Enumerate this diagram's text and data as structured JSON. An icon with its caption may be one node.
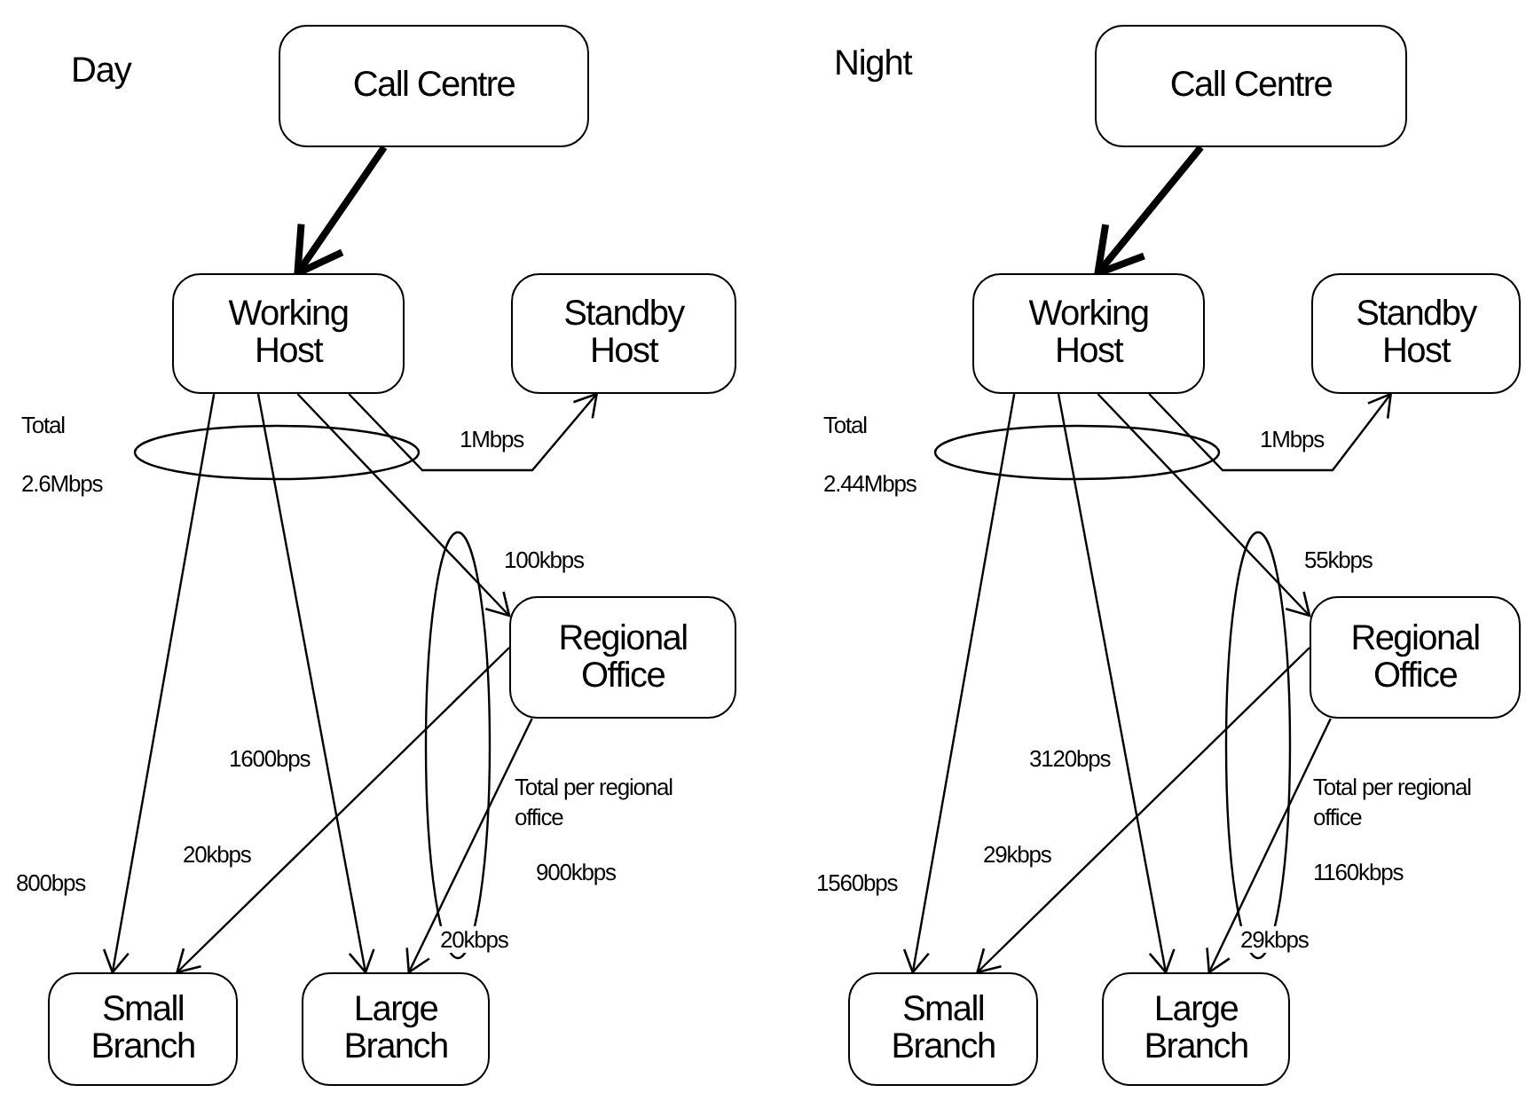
{
  "diagram": {
    "nodes": [
      {
        "text": [
          "Call Centre"
        ]
      },
      {
        "text": [
          "Working Host"
        ]
      },
      {
        "text": [
          "Standby Host"
        ]
      },
      {
        "text": [
          "Regional Office"
        ]
      },
      {
        "text": [
          "Small Branch"
        ]
      },
      {
        "text": [
          "Large Branch"
        ]
      },
      {
        "text": [
          "Call Centre"
        ]
      },
      {
        "text": [
          "Working Host"
        ]
      },
      {
        "text": [
          "Standby Host"
        ]
      },
      {
        "text": [
          "Regional Office"
        ]
      },
      {
        "text": [
          "Small Branch"
        ]
      },
      {
        "text": [
          "Large Branch"
        ]
      }
    ],
    "edges": [
      {
        "from": 0,
        "to": 1,
        "arrow": "to",
        "style": "thick"
      },
      {
        "from": 1,
        "to": 2,
        "arrow": "to",
        "label": "1Mbps"
      },
      {
        "from": 1,
        "to": 3,
        "arrow": "to",
        "label": "100kbps"
      },
      {
        "from": 1,
        "to": 4,
        "arrow": "to",
        "label": "800bps"
      },
      {
        "from": 1,
        "to": 5,
        "arrow": "to",
        "label": "1600bps"
      },
      {
        "from": 3,
        "to": 4,
        "arrow": "to",
        "label": "20kbps"
      },
      {
        "from": 3,
        "to": 5,
        "arrow": "to",
        "label": "20kbps"
      },
      {
        "from": 6,
        "to": 7,
        "arrow": "to",
        "style": "thick"
      },
      {
        "from": 7,
        "to": 8,
        "arrow": "to",
        "label": "1Mbps"
      },
      {
        "from": 7,
        "to": 9,
        "arrow": "to",
        "label": "55kbps"
      },
      {
        "from": 7,
        "to": 10,
        "arrow": "to",
        "label": "1560bps"
      },
      {
        "from": 7,
        "to": 11,
        "arrow": "to",
        "label": "3120bps"
      },
      {
        "from": 9,
        "to": 10,
        "arrow": "to",
        "label": "29kbps"
      },
      {
        "from": 9,
        "to": 11,
        "arrow": "to",
        "label": "29kbps"
      }
    ],
    "labels": [
      "Day",
      "Total 2.6Mbps",
      "Total per regional office",
      "900kbps",
      "Night",
      "Total 2.44Mbps",
      "Total per regional office",
      "1160kbps"
    ]
  }
}
